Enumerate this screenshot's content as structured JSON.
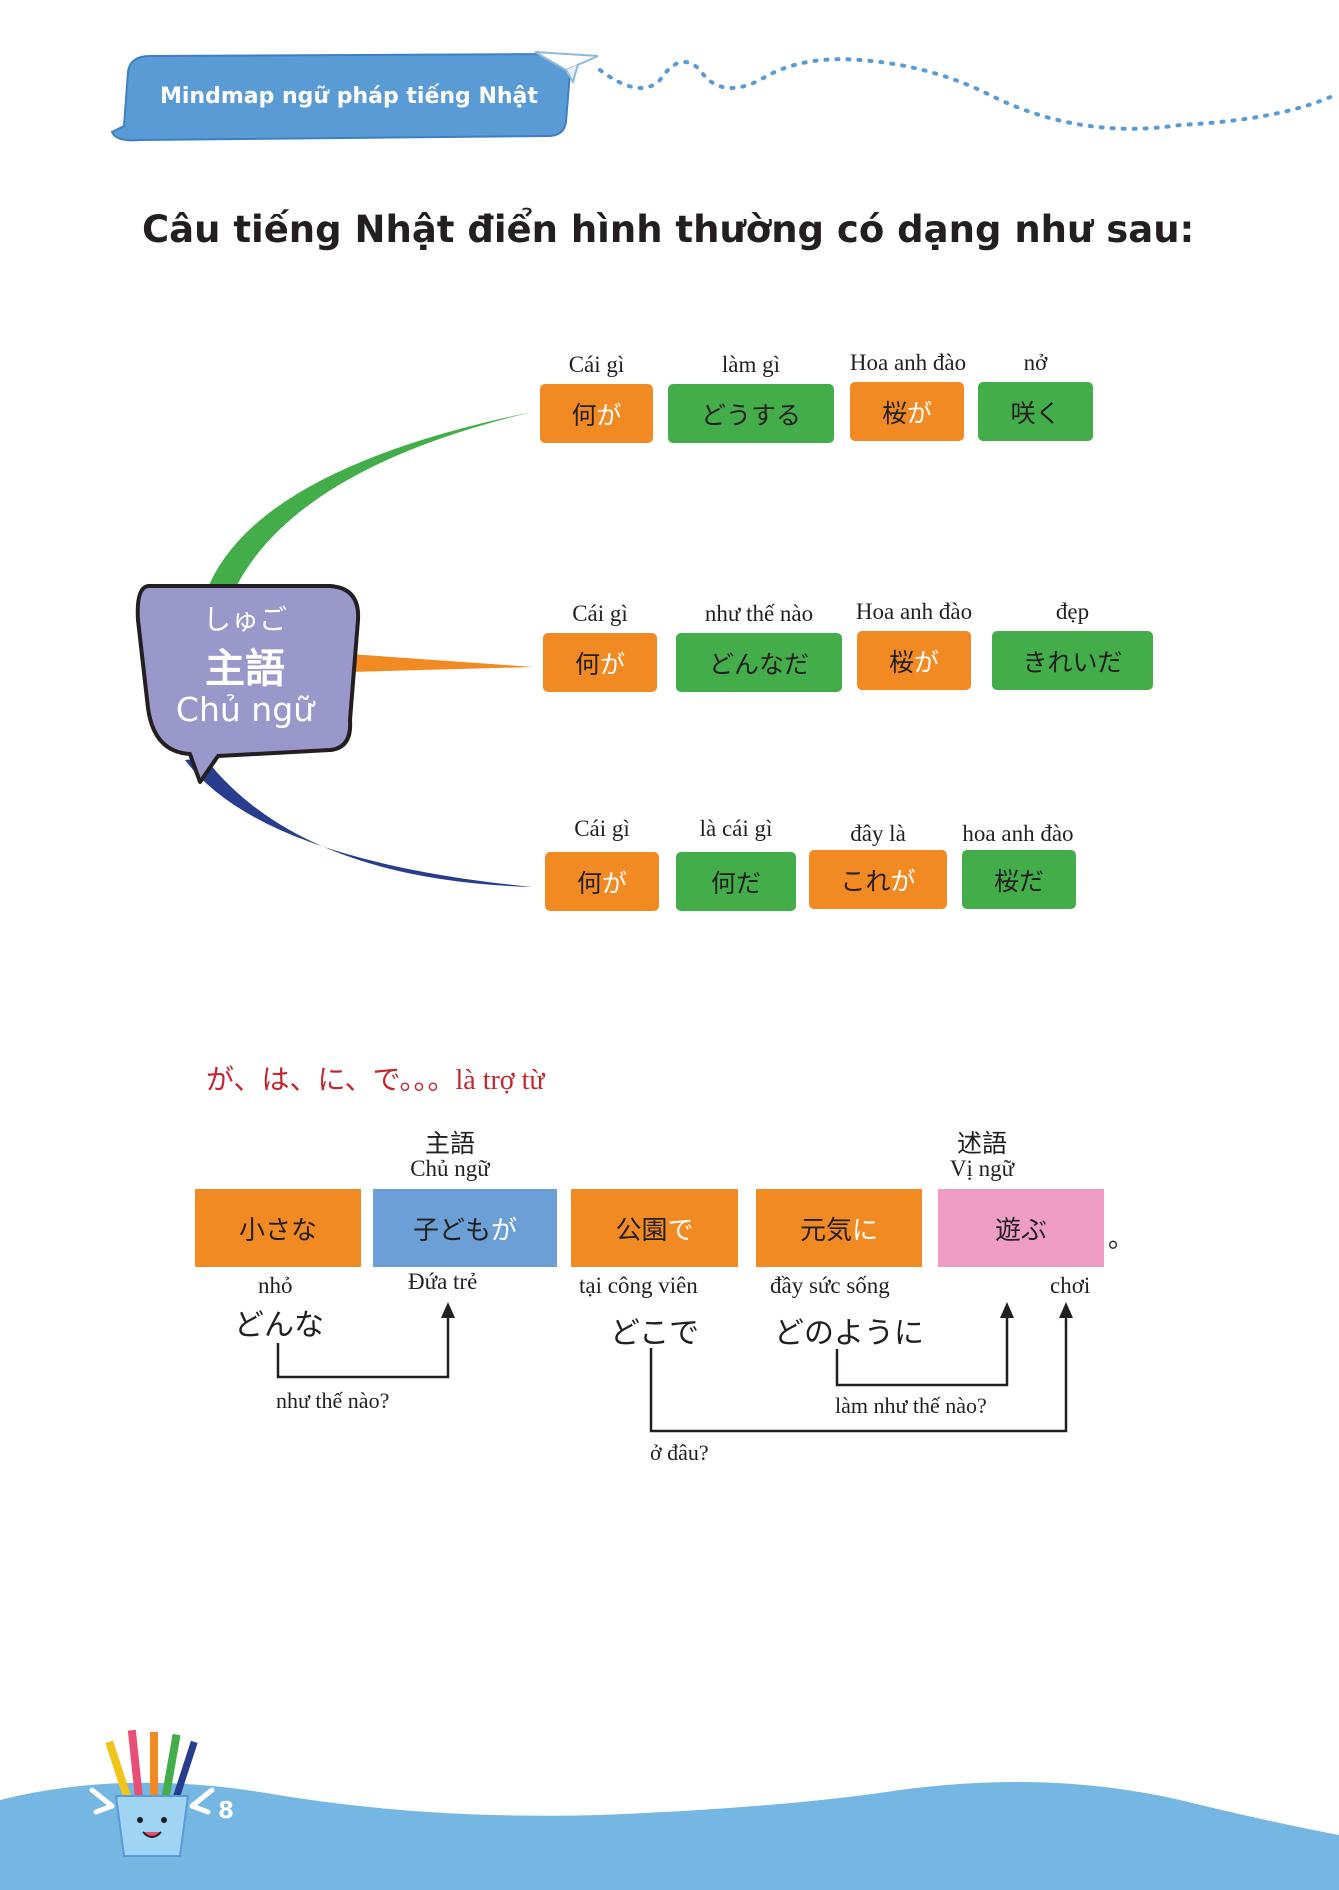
{
  "header": {
    "banner_title": "Mindmap ngữ pháp tiếng Nhật",
    "heading": "Câu tiếng Nhật điển hình thường có dạng như sau:"
  },
  "subject_bubble": {
    "kana": "しゅご",
    "kanji": "主語",
    "vietnamese": "Chủ ngữ"
  },
  "patterns": [
    {
      "words": [
        {
          "label": "Cái gì",
          "base": "何",
          "particle": "が",
          "color": "orange"
        },
        {
          "label": "làm gì",
          "base": "どうする",
          "particle": "",
          "color": "green"
        },
        {
          "label": "Hoa anh đào",
          "base": "桜",
          "particle": "が",
          "color": "orange"
        },
        {
          "label": "nở",
          "base": "咲く",
          "particle": "",
          "color": "green"
        }
      ]
    },
    {
      "words": [
        {
          "label": "Cái gì",
          "base": "何",
          "particle": "が",
          "color": "orange"
        },
        {
          "label": "như thế nào",
          "base": "どんなだ",
          "particle": "",
          "color": "green"
        },
        {
          "label": "Hoa anh đào",
          "base": "桜",
          "particle": "が",
          "color": "orange"
        },
        {
          "label": "đẹp",
          "base": "きれいだ",
          "particle": "",
          "color": "green"
        }
      ]
    },
    {
      "words": [
        {
          "label": "Cái gì",
          "base": "何",
          "particle": "が",
          "color": "orange"
        },
        {
          "label": "là cái gì",
          "base": "何だ",
          "particle": "",
          "color": "green"
        },
        {
          "label": "đây là",
          "base": "これ",
          "particle": "が",
          "color": "orange"
        },
        {
          "label": "hoa anh đào",
          "base": "桜だ",
          "particle": "",
          "color": "green"
        }
      ]
    }
  ],
  "particles_note": "が、は、に、で。。。là trợ từ",
  "sentence": {
    "subject_role": {
      "jp": "主語",
      "vn": "Chủ ngữ"
    },
    "predicate_role": {
      "jp": "述語",
      "vn": "Vị ngữ"
    },
    "words": [
      {
        "base": "小さな",
        "particle": "",
        "color": "orange",
        "gloss": "nhỏ"
      },
      {
        "base": "子ども",
        "particle": "が",
        "color": "blue",
        "gloss": "Đứa trẻ"
      },
      {
        "base": "公園",
        "particle": "で",
        "color": "orange",
        "gloss": "tại công viên"
      },
      {
        "base": "元気",
        "particle": "に",
        "color": "orange",
        "gloss": "đầy sức sống"
      },
      {
        "base": "遊ぶ",
        "particle": "",
        "color": "pink",
        "gloss": "chơi"
      }
    ],
    "period": "。",
    "questions": [
      {
        "jp": "どんな",
        "label": "như thế nào?"
      },
      {
        "jp": "どこで",
        "label": "ở đâu?"
      },
      {
        "jp": "どのように",
        "label": "làm như thế nào?"
      }
    ]
  },
  "colors": {
    "orange": "#f18a22",
    "green": "#43ae49",
    "blue": "#6b9fd6",
    "pink": "#f09dc6",
    "bubble": "#9a97cb",
    "banner": "#5b9bd5",
    "footer_wave": "#75b7e2",
    "note_red": "#c4262e"
  },
  "footer": {
    "page_number": "8",
    "mascot_icon": "pencil-cup-icon"
  }
}
